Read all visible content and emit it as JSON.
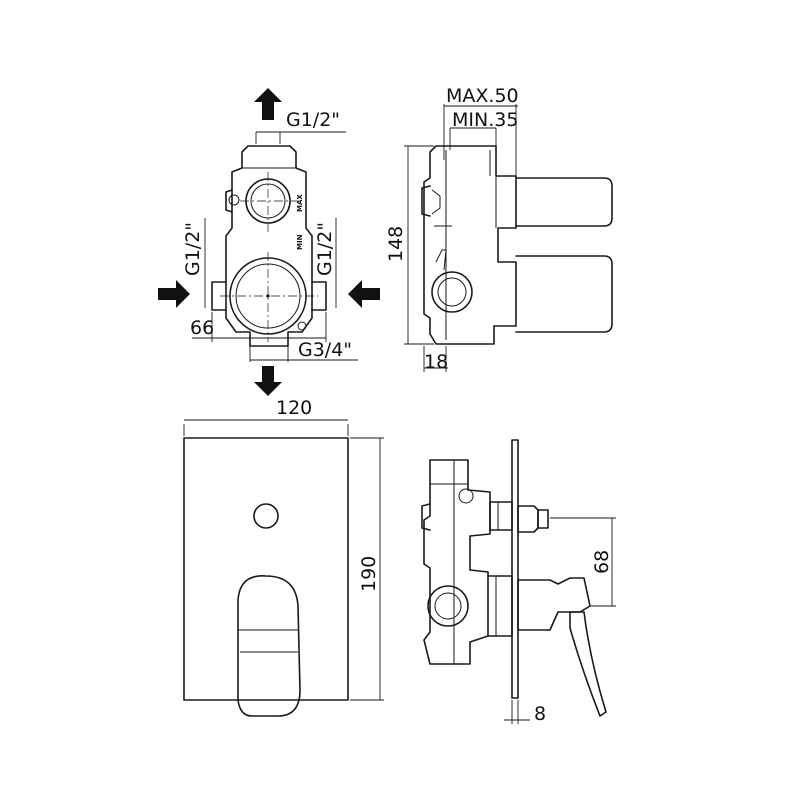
{
  "labels": {
    "top_outlet_thread": "G1/2\"",
    "left_inlet_thread": "G1/2\"",
    "right_inlet_thread": "G1/2\"",
    "bottom_outlet_thread": "G3/4\"",
    "body_width": "66",
    "depth_max": "MAX.50",
    "depth_min": "MIN.35",
    "body_height": "148",
    "body_side_offset": "18",
    "plate_width": "120",
    "plate_height": "190",
    "handle_offset": "68",
    "plate_thickness": "8",
    "marking_max": "MAX",
    "marking_min": "MIN"
  }
}
